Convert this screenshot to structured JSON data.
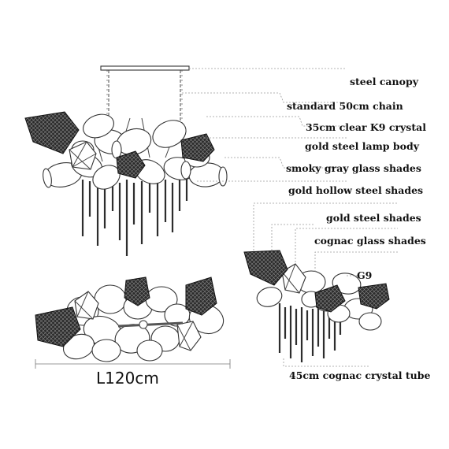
{
  "labels": {
    "steel_canopy": "steel canopy",
    "chain": "standard 50cm chain",
    "crystal": "35cm clear K9 crystal",
    "lamp_body": "gold steel lamp body",
    "smoky_shades": "smoky gray glass shades",
    "hollow_shades": "gold hollow steel shades",
    "steel_shades": "gold steel shades",
    "cognac_shades": "cognac glass shades",
    "g9": "G9",
    "crystal_tube": "45cm cognac crystal tube"
  },
  "dimension": {
    "length": "L120cm"
  },
  "colors": {
    "line": "#333333",
    "leader": "#9a9a9a",
    "dark_shade": "#2c2c2c"
  }
}
